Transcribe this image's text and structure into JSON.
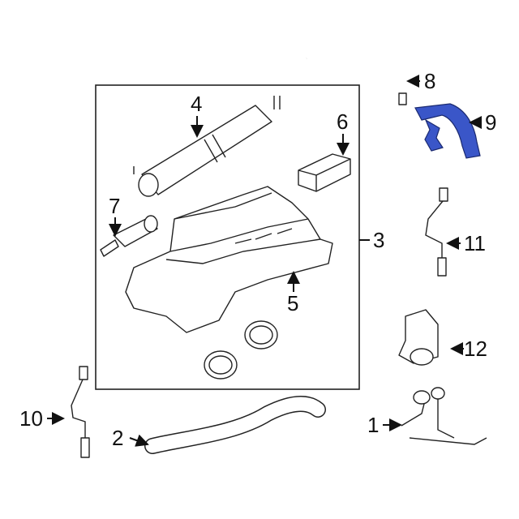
{
  "diagram": {
    "highlight_color": "#3a56c8",
    "callouts": [
      {
        "id": "1",
        "label": "1"
      },
      {
        "id": "2",
        "label": "2"
      },
      {
        "id": "3",
        "label": "3"
      },
      {
        "id": "4",
        "label": "4"
      },
      {
        "id": "5",
        "label": "5"
      },
      {
        "id": "6",
        "label": "6"
      },
      {
        "id": "7",
        "label": "7"
      },
      {
        "id": "8",
        "label": "8"
      },
      {
        "id": "9",
        "label": "9"
      },
      {
        "id": "10",
        "label": "10"
      },
      {
        "id": "11",
        "label": "11"
      },
      {
        "id": "12",
        "label": "12"
      }
    ]
  }
}
